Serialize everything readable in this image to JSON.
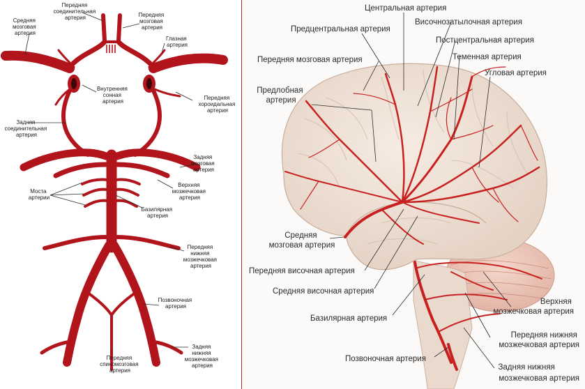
{
  "colors": {
    "artery": "#b1141b",
    "brain": "#efe2d6",
    "cerebellum": "#f0c9bd"
  },
  "left_diagram": {
    "labels": {
      "anterior_cerebral": [
        "Передняя",
        "мозговая",
        "артерия"
      ],
      "anterior_communicating": [
        "Передняя",
        "соединительная",
        "артерия"
      ],
      "middle_cerebral": [
        "Средняя",
        "мозговая",
        "артерия"
      ],
      "ophthalmic": [
        "Глазная",
        "артерия"
      ],
      "internal_carotid": [
        "Внутренняя",
        "сонная",
        "артерия"
      ],
      "anterior_choroidal": [
        "Передняя",
        "хороидальная",
        "артерия"
      ],
      "posterior_communicating": [
        "Задняя",
        "соединительная",
        "артерия"
      ],
      "posterior_cerebral": [
        "Задняя",
        "мозговая",
        "артерия"
      ],
      "superior_cerebellar": [
        "Верхняя",
        "мозжечковая",
        "артерия"
      ],
      "pontine": [
        "Моста",
        "артерии"
      ],
      "basilar": [
        "Базилярная",
        "артерия"
      ],
      "anterior_inferior_cerebellar": [
        "Передняя",
        "нижняя",
        "мозжечковая",
        "артерия"
      ],
      "vertebral": [
        "Позвоночная",
        "артерия"
      ],
      "anterior_spinal": [
        "Передняя",
        "спиномозговая",
        "артерия"
      ],
      "posterior_inferior_cerebellar": [
        "Задняя",
        "нижняя",
        "мозжечковая",
        "артерия"
      ]
    }
  },
  "right_diagram": {
    "labels": {
      "central": "Центральная артерия",
      "precentral": "Предцентральная артерия",
      "parieto_occipital": "Височнозатылочная артерия",
      "postcentral": "Постцентральная артерия",
      "anterior_cerebral": "Передняя мозговая артерия",
      "parietal": "Теменная артерия",
      "angular": "Угловая артерия",
      "prefrontal": [
        "Предлобная",
        "артерия"
      ],
      "middle_cerebral": [
        "Средняя",
        "мозговая артерия"
      ],
      "anterior_temporal": "Передняя височная артерия",
      "middle_temporal": "Средняя височная артерия",
      "basilar": "Базилярная артерия",
      "superior_cerebellar": [
        "Верхняя",
        "мозжечковая артерия"
      ],
      "anterior_inferior_cerebellar": [
        "Передняя нижняя",
        "мозжечковая артерия"
      ],
      "vertebral": "Позвоночная артерия",
      "posterior_inferior_cerebellar": [
        "Задняя нижняя",
        "мозжечковая артерия"
      ]
    }
  }
}
